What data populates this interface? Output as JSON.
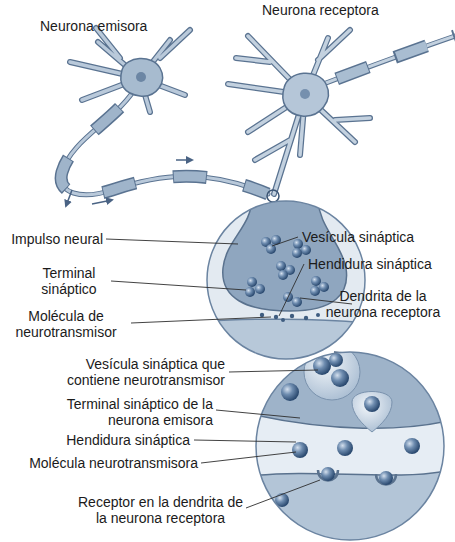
{
  "diagram": {
    "labels": [
      "Neurona emisora",
      "Neurona receptora",
      "Impulso neural",
      "Vesícula sináptica",
      "Hendidura sináptica",
      "Terminal sináptico",
      "Dendrita de la neurona receptora",
      "Molécula de neurotransmisor",
      "Vesícula sináptica que contiene neurotransmisor",
      "Terminal sináptico de la neurona emisora",
      "Hendidura sináptica",
      "Molécula neurotransmisora",
      "Receptor en la dendrita de la neurona receptora"
    ]
  }
}
